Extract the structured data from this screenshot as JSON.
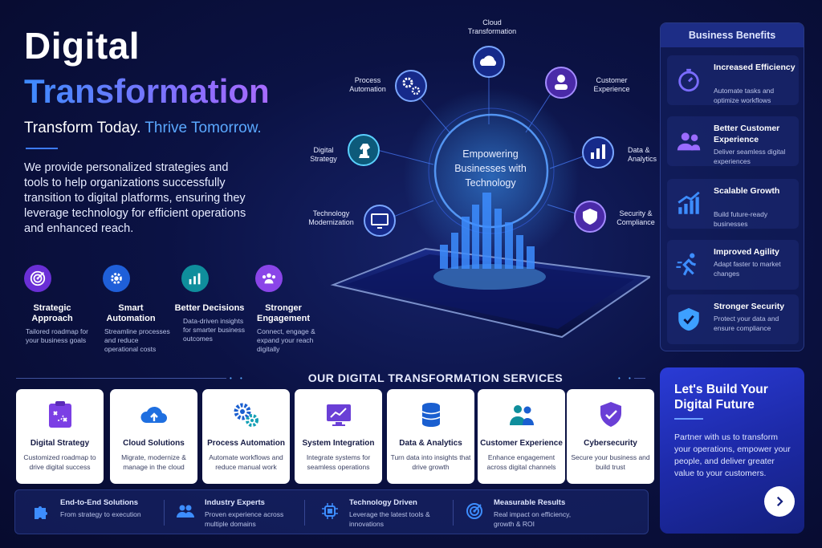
{
  "hero": {
    "title_line1": "Digital",
    "title_line2": "Transformation",
    "tagline_a": "Transform Today.",
    "tagline_b": "Thrive Tomorrow.",
    "description": "We provide personalized strategies and tools to help organizations successfully transition to digital platforms, ensuring they leverage technology for efficient operations and enhanced reach."
  },
  "features": [
    {
      "title": "Strategic Approach",
      "desc": "Tailored roadmap for your business goals",
      "icon": "target-icon",
      "color": "#7b3fe4"
    },
    {
      "title": "Smart Automation",
      "desc": "Streamline processes and reduce operational costs",
      "icon": "gear-icon",
      "color": "#1f5fd9"
    },
    {
      "title": "Better Decisions",
      "desc": "Data-driven insights for smarter business outcomes",
      "icon": "chart-icon",
      "color": "#0f8e9c"
    },
    {
      "title": "Stronger Engagement",
      "desc": "Connect, engage & expand your reach digitally",
      "icon": "people-icon",
      "color": "#8a45e8"
    }
  ],
  "hub": {
    "center": "Empowering Businesses with Technology",
    "nodes": [
      {
        "label": "Cloud Transformation",
        "icon": "cloud-upload-icon"
      },
      {
        "label": "Customer Experience",
        "icon": "user-icon"
      },
      {
        "label": "Data & Analytics",
        "icon": "bar-chart-icon"
      },
      {
        "label": "Security & Compliance",
        "icon": "shield-check-icon"
      },
      {
        "label": "Technology Modernization",
        "icon": "devices-icon"
      },
      {
        "label": "Digital Strategy",
        "icon": "chess-knight-icon"
      },
      {
        "label": "Process Automation",
        "icon": "gears-icon"
      }
    ]
  },
  "benefits": {
    "heading": "Business Benefits",
    "items": [
      {
        "title": "Increased Efficiency",
        "desc": "Automate tasks and optimize workflows",
        "icon": "stopwatch-icon"
      },
      {
        "title": "Better Customer Experience",
        "desc": "Deliver seamless digital experiences",
        "icon": "users-icon"
      },
      {
        "title": "Scalable Growth",
        "desc": "Build future-ready businesses",
        "icon": "growth-chart-icon"
      },
      {
        "title": "Improved Agility",
        "desc": "Adapt faster to market changes",
        "icon": "runner-icon"
      },
      {
        "title": "Stronger Security",
        "desc": "Protect your data and ensure compliance",
        "icon": "shield-check-icon"
      }
    ]
  },
  "services": {
    "heading": "OUR DIGITAL TRANSFORMATION SERVICES",
    "items": [
      {
        "title": "Digital Strategy",
        "desc": "Customized roadmap to drive digital success",
        "icon": "strategy-board-icon"
      },
      {
        "title": "Cloud Solutions",
        "desc": "Migrate, modernize & manage in the cloud",
        "icon": "cloud-upload-icon"
      },
      {
        "title": "Process Automation",
        "desc": "Automate workflows and reduce manual work",
        "icon": "gears-icon"
      },
      {
        "title": "System Integration",
        "desc": "Integrate systems for seamless operations",
        "icon": "monitor-chart-icon"
      },
      {
        "title": "Data & Analytics",
        "desc": "Turn data into insights that drive growth",
        "icon": "database-icon"
      },
      {
        "title": "Customer Experience",
        "desc": "Enhance engagement across digital channels",
        "icon": "people-icon"
      },
      {
        "title": "Cybersecurity",
        "desc": "Secure your business and build trust",
        "icon": "shield-check-icon"
      }
    ]
  },
  "bottom_bar": [
    {
      "title": "End-to-End Solutions",
      "desc": "From strategy to execution",
      "icon": "puzzle-icon"
    },
    {
      "title": "Industry Experts",
      "desc": "Proven experience across multiple domains",
      "icon": "users-icon"
    },
    {
      "title": "Technology Driven",
      "desc": "Leverage the latest tools & innovations",
      "icon": "chip-icon"
    },
    {
      "title": "Measurable Results",
      "desc": "Real impact on efficiency, growth & ROI",
      "icon": "target-icon"
    }
  ],
  "cta": {
    "heading": "Let's Build Your Digital Future",
    "body": "Partner with us to transform your operations, empower your people, and deliver greater value to your customers.",
    "button_icon": "chevron-right-icon"
  }
}
